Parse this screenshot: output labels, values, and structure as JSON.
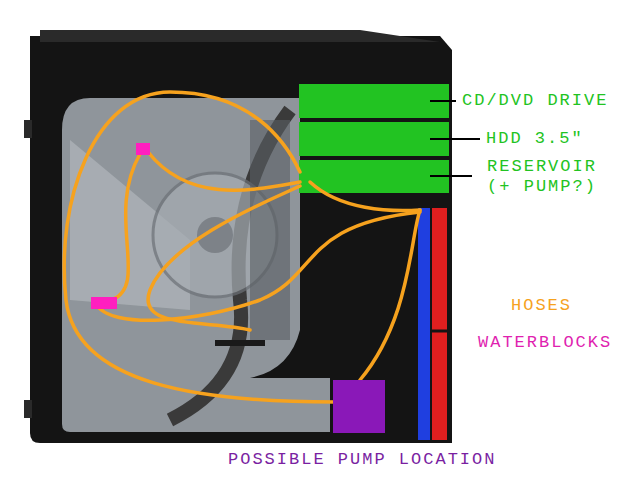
{
  "diagram": {
    "labels": [
      "CD/DVD DRIVE",
      "HDD 3.5\"",
      "RESERVOIR (+ PUMP?)",
      "HOSES",
      "WATERBLOCKS",
      "POSSIBLE PUMP LOCATION"
    ]
  }
}
